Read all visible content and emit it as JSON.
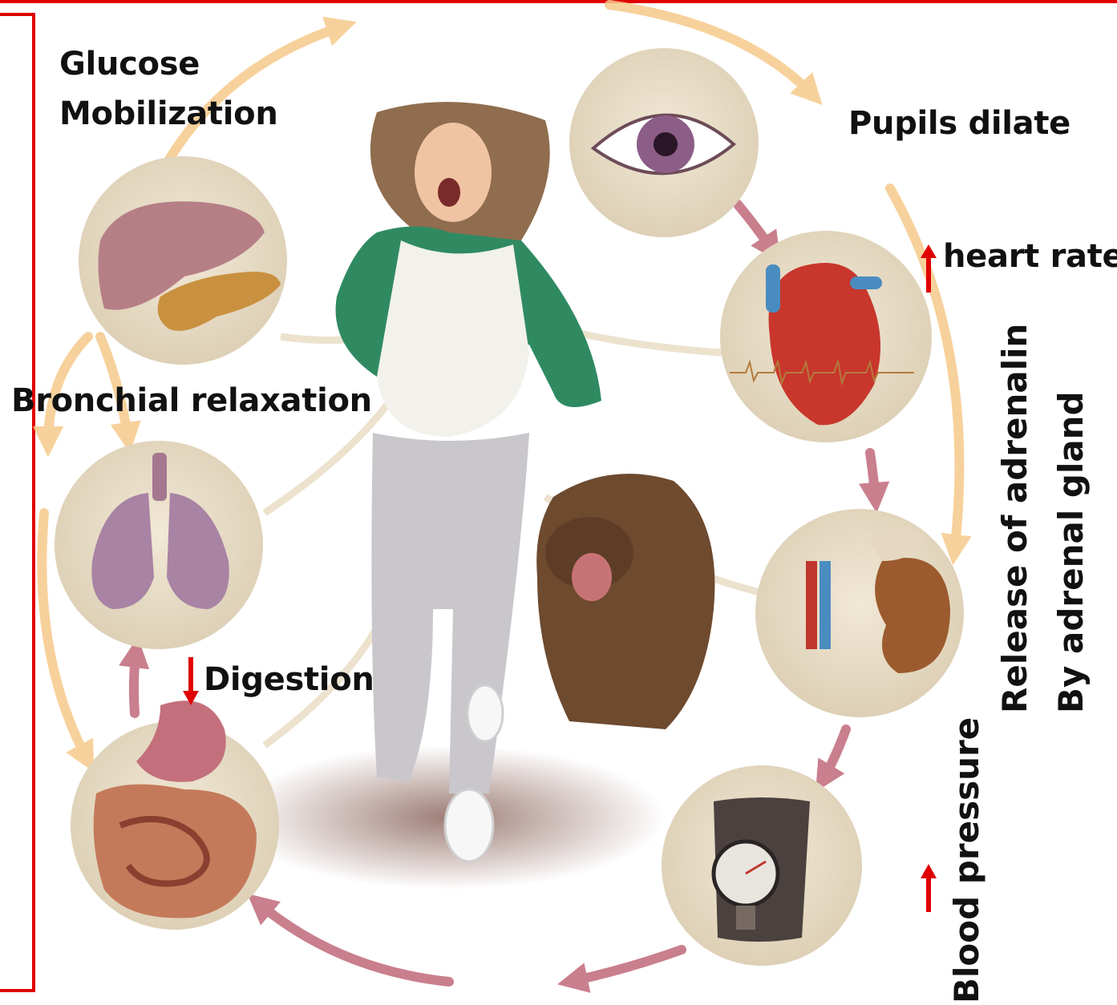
{
  "labels": {
    "glucose": "Glucose",
    "mobilization": "Mobilization",
    "pupils": "Pupils dilate",
    "heart_rate": "heart rate",
    "bronchial": "Bronchial relaxation",
    "digestion": "Digestion",
    "adrenalin_line1": "Release of adrenalin",
    "adrenalin_line2": "By adrenal gland",
    "blood_pressure": "Blood pressure"
  },
  "colors": {
    "frame": "#e00000",
    "indicator_arrow": "#e00000",
    "outer_cycle": "#f6c98a",
    "inner_arrows": "#c0697a",
    "circle_fill": "#e7dcc6"
  },
  "indicators": {
    "heart_rate": "increase",
    "digestion": "decrease",
    "blood_pressure": "increase"
  }
}
